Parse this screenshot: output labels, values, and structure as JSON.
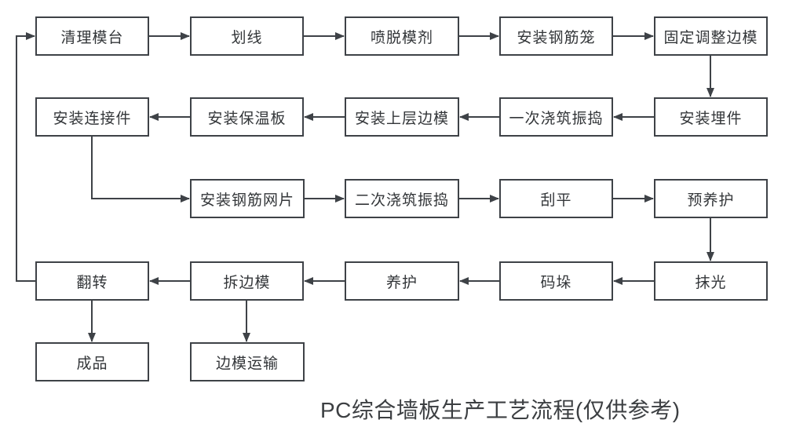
{
  "title": "PC综合墙板生产工艺流程(仅供参考)",
  "colors": {
    "line": "#3e4247",
    "text": "#333639",
    "background": "#ffffff"
  },
  "flow": {
    "nodes": [
      {
        "id": "clean-mold-table",
        "label": "清理模台"
      },
      {
        "id": "marking",
        "label": "划线"
      },
      {
        "id": "spray-release-agent",
        "label": "喷脱模剂"
      },
      {
        "id": "install-rebar-cage",
        "label": "安装钢筋笼"
      },
      {
        "id": "fix-adjust-side-forms",
        "label": "固定调整边模"
      },
      {
        "id": "install-embedded-parts",
        "label": "安装埋件"
      },
      {
        "id": "first-pour-vibrate",
        "label": "一次浇筑振捣"
      },
      {
        "id": "install-upper-side-forms",
        "label": "安装上层边模"
      },
      {
        "id": "install-insulation-board",
        "label": "安装保温板"
      },
      {
        "id": "install-connectors",
        "label": "安装连接件"
      },
      {
        "id": "install-rebar-mesh",
        "label": "安装钢筋网片"
      },
      {
        "id": "second-pour-vibrate",
        "label": "二次浇筑振捣"
      },
      {
        "id": "screed",
        "label": "刮平"
      },
      {
        "id": "pre-curing",
        "label": "预养护"
      },
      {
        "id": "trowel-finish",
        "label": "抹光"
      },
      {
        "id": "stacking",
        "label": "码垛"
      },
      {
        "id": "curing",
        "label": "养护"
      },
      {
        "id": "remove-side-forms",
        "label": "拆边模"
      },
      {
        "id": "flip",
        "label": "翻转"
      },
      {
        "id": "finished-product",
        "label": "成品"
      },
      {
        "id": "side-form-transport",
        "label": "边模运输"
      }
    ],
    "edges": [
      {
        "from": "clean-mold-table",
        "to": "marking"
      },
      {
        "from": "marking",
        "to": "spray-release-agent"
      },
      {
        "from": "spray-release-agent",
        "to": "install-rebar-cage"
      },
      {
        "from": "install-rebar-cage",
        "to": "fix-adjust-side-forms"
      },
      {
        "from": "fix-adjust-side-forms",
        "to": "install-embedded-parts"
      },
      {
        "from": "install-embedded-parts",
        "to": "first-pour-vibrate"
      },
      {
        "from": "first-pour-vibrate",
        "to": "install-upper-side-forms"
      },
      {
        "from": "install-upper-side-forms",
        "to": "install-insulation-board"
      },
      {
        "from": "install-insulation-board",
        "to": "install-connectors"
      },
      {
        "from": "install-connectors",
        "to": "install-rebar-mesh"
      },
      {
        "from": "install-rebar-mesh",
        "to": "second-pour-vibrate"
      },
      {
        "from": "second-pour-vibrate",
        "to": "screed"
      },
      {
        "from": "screed",
        "to": "pre-curing"
      },
      {
        "from": "pre-curing",
        "to": "trowel-finish"
      },
      {
        "from": "trowel-finish",
        "to": "stacking"
      },
      {
        "from": "stacking",
        "to": "curing"
      },
      {
        "from": "curing",
        "to": "remove-side-forms"
      },
      {
        "from": "remove-side-forms",
        "to": "flip"
      },
      {
        "from": "flip",
        "to": "finished-product"
      },
      {
        "from": "remove-side-forms",
        "to": "side-form-transport"
      },
      {
        "from": "flip",
        "to": "clean-mold-table"
      }
    ]
  }
}
